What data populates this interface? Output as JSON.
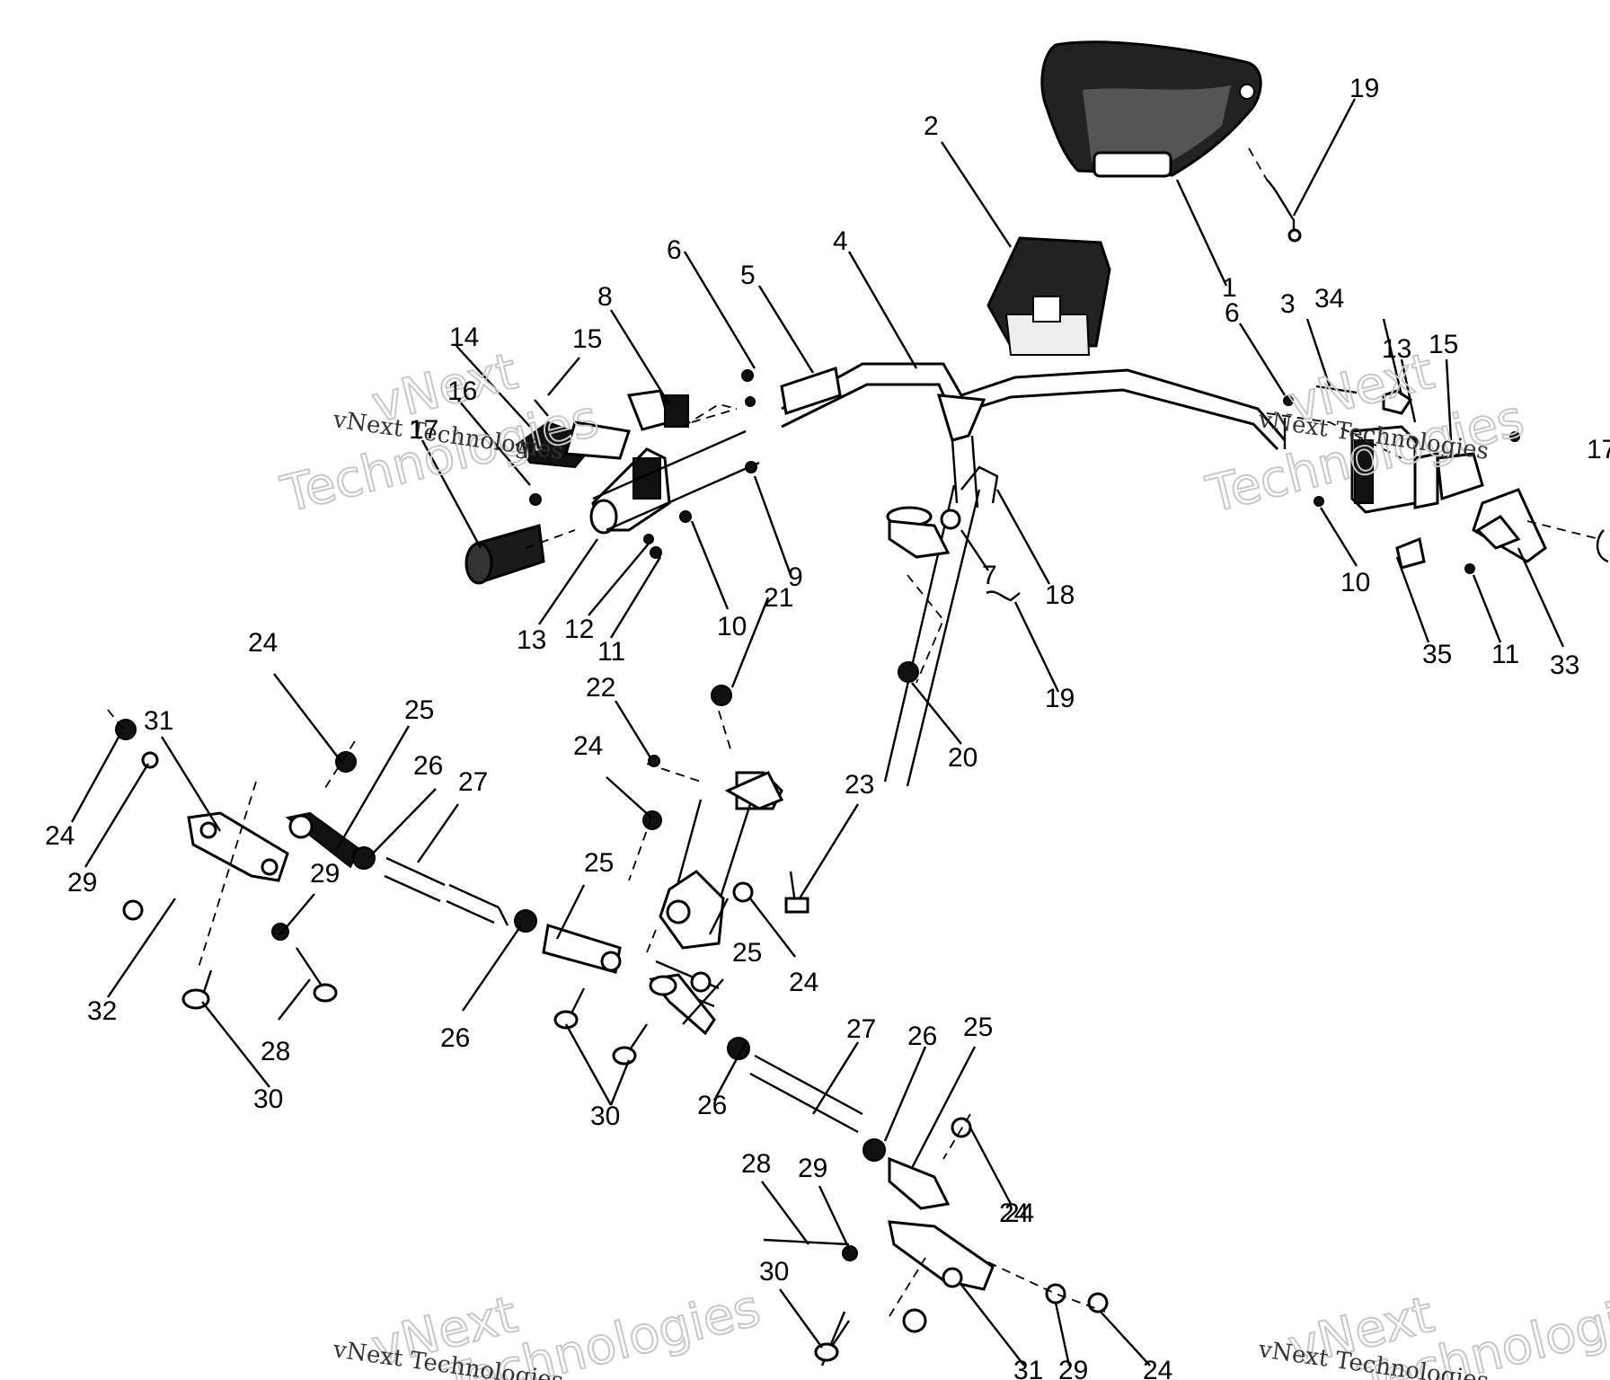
{
  "watermark": {
    "line1": "vNext",
    "line2": "Technologies",
    "small": "vNext Technologies"
  },
  "callouts": [
    {
      "id": "c-2",
      "text": "2"
    },
    {
      "id": "c-19a",
      "text": "19"
    },
    {
      "id": "c-1",
      "text": "1"
    },
    {
      "id": "c-6a",
      "text": "6"
    },
    {
      "id": "c-5",
      "text": "5"
    },
    {
      "id": "c-4",
      "text": "4"
    },
    {
      "id": "c-8",
      "text": "8"
    },
    {
      "id": "c-14",
      "text": "14"
    },
    {
      "id": "c-15a",
      "text": "15"
    },
    {
      "id": "c-16",
      "text": "16"
    },
    {
      "id": "c-17a",
      "text": "17"
    },
    {
      "id": "c-6b",
      "text": "6"
    },
    {
      "id": "c-3",
      "text": "3"
    },
    {
      "id": "c-34",
      "text": "34"
    },
    {
      "id": "c-13a",
      "text": "13"
    },
    {
      "id": "c-15b",
      "text": "15"
    },
    {
      "id": "c-17b",
      "text": "17"
    },
    {
      "id": "c-9",
      "text": "9"
    },
    {
      "id": "c-21",
      "text": "21"
    },
    {
      "id": "c-7",
      "text": "7"
    },
    {
      "id": "c-18",
      "text": "18"
    },
    {
      "id": "c-13b",
      "text": "13"
    },
    {
      "id": "c-12",
      "text": "12"
    },
    {
      "id": "c-11a",
      "text": "11"
    },
    {
      "id": "c-10a",
      "text": "10"
    },
    {
      "id": "c-19b",
      "text": "19"
    },
    {
      "id": "c-10b",
      "text": "10"
    },
    {
      "id": "c-35",
      "text": "35"
    },
    {
      "id": "c-11b",
      "text": "11"
    },
    {
      "id": "c-33",
      "text": "33"
    },
    {
      "id": "c-22",
      "text": "22"
    },
    {
      "id": "c-20",
      "text": "20"
    },
    {
      "id": "c-24a",
      "text": "24"
    },
    {
      "id": "c-24b",
      "text": "24"
    },
    {
      "id": "c-23",
      "text": "23"
    },
    {
      "id": "c-24c",
      "text": "24"
    },
    {
      "id": "c-31a",
      "text": "31"
    },
    {
      "id": "c-25a",
      "text": "25"
    },
    {
      "id": "c-26a",
      "text": "26"
    },
    {
      "id": "c-27a",
      "text": "27"
    },
    {
      "id": "c-24d",
      "text": "24"
    },
    {
      "id": "c-29a",
      "text": "29"
    },
    {
      "id": "c-29b",
      "text": "29"
    },
    {
      "id": "c-25b",
      "text": "25"
    },
    {
      "id": "c-32",
      "text": "32"
    },
    {
      "id": "c-28a",
      "text": "28"
    },
    {
      "id": "c-26b",
      "text": "26"
    },
    {
      "id": "c-30a",
      "text": "30"
    },
    {
      "id": "c-25c",
      "text": "25"
    },
    {
      "id": "c-24e",
      "text": "24"
    },
    {
      "id": "c-30b",
      "text": "30"
    },
    {
      "id": "c-27b",
      "text": "27"
    },
    {
      "id": "c-26c",
      "text": "26"
    },
    {
      "id": "c-25d",
      "text": "25"
    },
    {
      "id": "c-26d",
      "text": "26"
    },
    {
      "id": "c-24f",
      "text": "24"
    },
    {
      "id": "c-28b",
      "text": "28"
    },
    {
      "id": "c-29c",
      "text": "29"
    },
    {
      "id": "c-30c",
      "text": "30"
    },
    {
      "id": "c-31b",
      "text": "31"
    },
    {
      "id": "c-29d",
      "text": "29"
    },
    {
      "id": "c-24g",
      "text": "24"
    }
  ]
}
